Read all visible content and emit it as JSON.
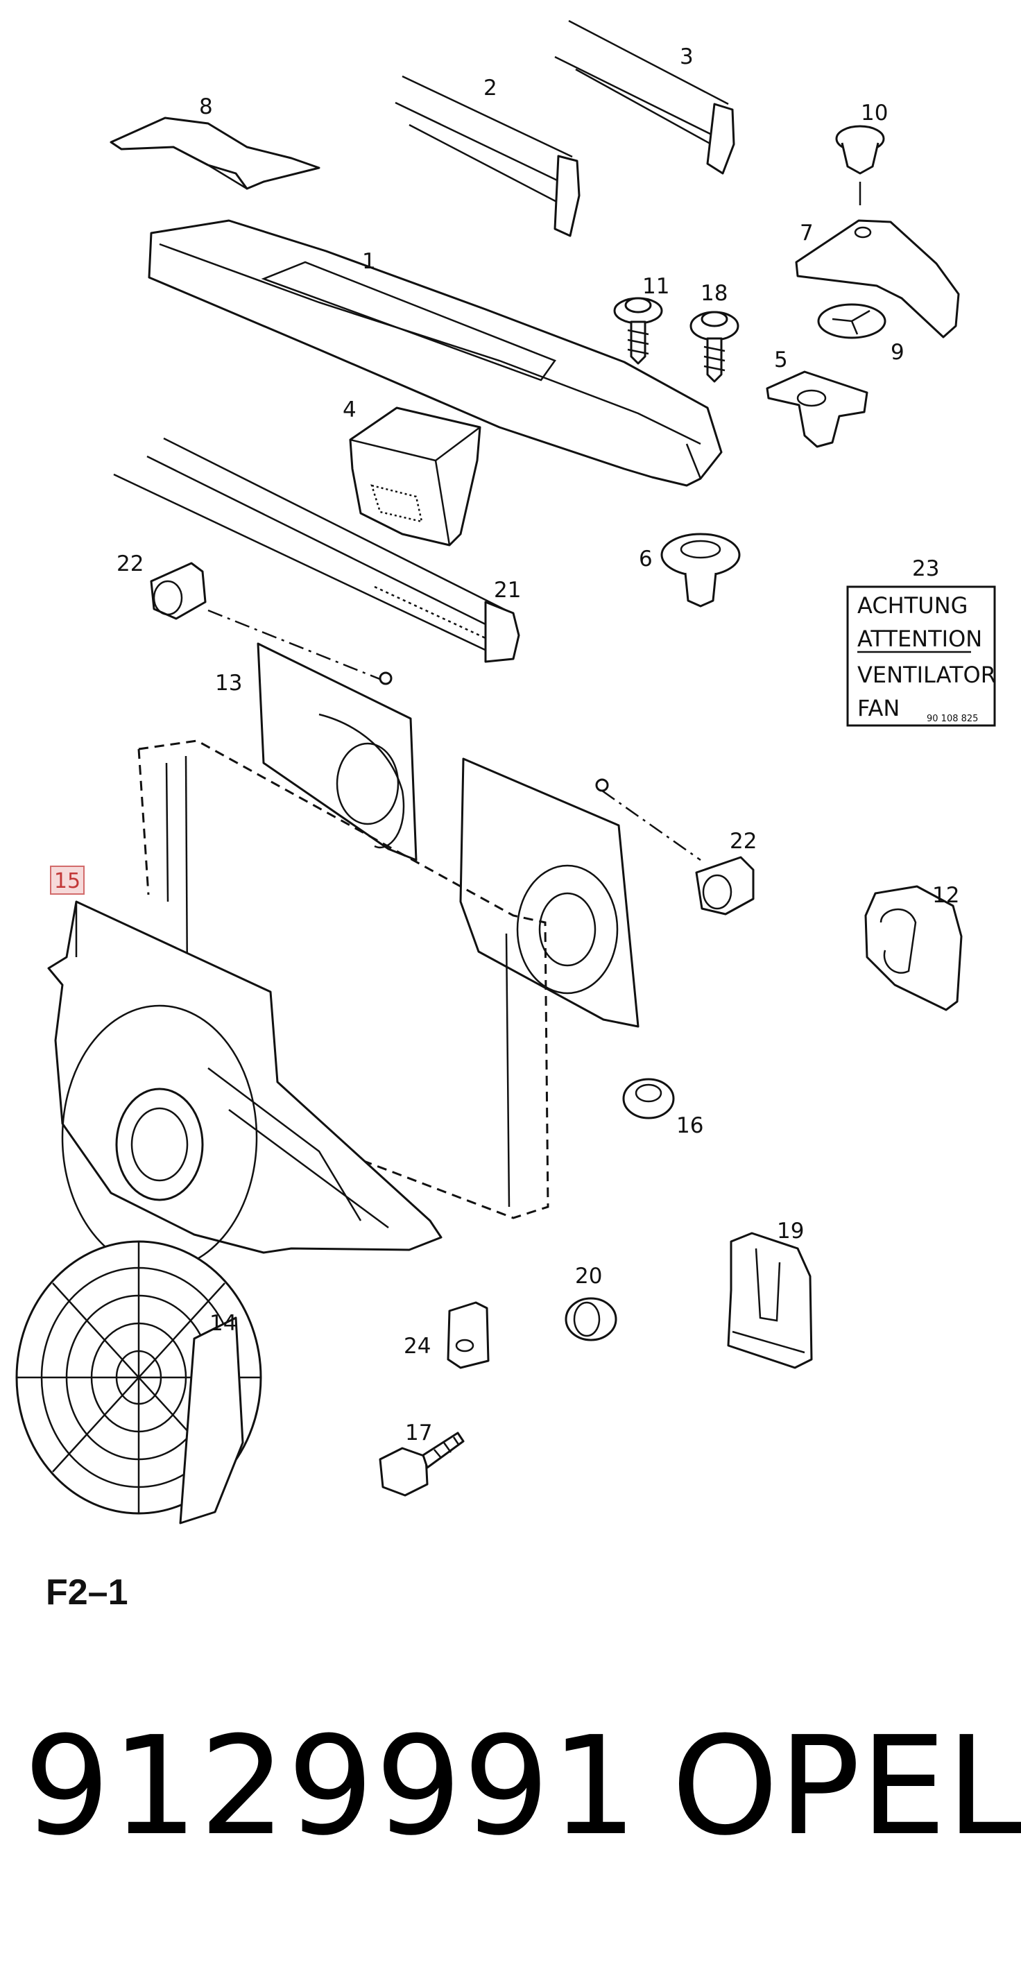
{
  "callouts": {
    "c1": "1",
    "c2": "2",
    "c3": "3",
    "c4": "4",
    "c5": "5",
    "c6": "6",
    "c7": "7",
    "c8": "8",
    "c9": "9",
    "c10": "10",
    "c11": "11",
    "c12": "12",
    "c13": "13",
    "c14": "14",
    "c15": "15",
    "c16": "16",
    "c17": "17",
    "c18": "18",
    "c19": "19",
    "c20": "20",
    "c21": "21",
    "c22a": "22",
    "c22b": "22",
    "c23": "23",
    "c24": "24"
  },
  "warning_label": {
    "line1": "ACHTUNG",
    "line2": "ATTENTION",
    "line3": "VENTILATOR",
    "line4": "FAN",
    "code": "90 108 825"
  },
  "figure_code": "F2–1",
  "part_number": "9129991",
  "brand": "OPEL",
  "colors": {
    "highlight_border": "#d26a6a",
    "highlight_fill": "#f6dada",
    "highlight_text": "#c23838"
  }
}
